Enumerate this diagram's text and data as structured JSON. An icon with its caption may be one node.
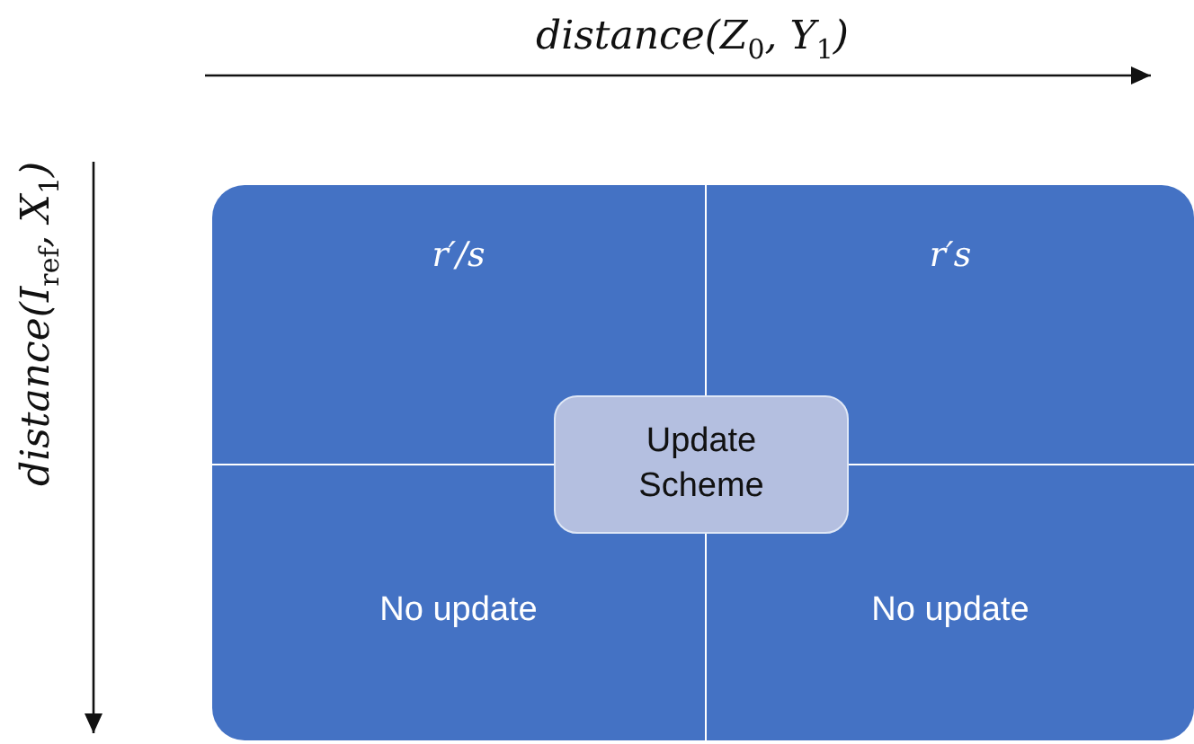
{
  "diagram": {
    "nodes": [
      {
        "text": [
          "r′/s"
        ]
      },
      {
        "text": [
          "r′s"
        ]
      },
      {
        "text": [
          "No update"
        ]
      },
      {
        "text": [
          "No update"
        ]
      },
      {
        "text": [
          "Update Scheme"
        ]
      }
    ],
    "edges": [],
    "labels": [
      "distance(Z$_{0}$, Y$_{1}$)",
      "distance(I$_{ref}$, X$_{1}$)"
    ]
  }
}
